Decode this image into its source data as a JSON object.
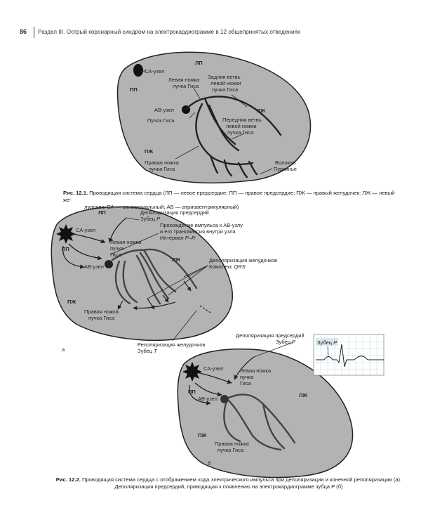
{
  "header": {
    "page_number": "86",
    "title": "Раздел III. Острый коронарный синдром на электрокардиограмме в 12 общепринятых отведениях"
  },
  "fig1": {
    "chambers": {
      "lp": "ЛП",
      "pp": "ПП",
      "lzh": "ЛЖ",
      "pzh": "ПЖ"
    },
    "sa_node": "СА-узел",
    "av_node": "АВ-узел",
    "his_bundle": "Пучок Гиса",
    "left_bundle": [
      "Левая ножка",
      "пучка Гиса"
    ],
    "posterior_branch": [
      "Задняя ветвь",
      "левой ножки",
      "пучка Гиса"
    ],
    "anterior_branch": [
      "Передняя ветвь",
      "левой ножки",
      "пучка Гиса"
    ],
    "right_bundle": [
      "Правая ножка",
      "пучка Гиса"
    ],
    "purkinje": [
      "Волокна",
      "Пуркинье"
    ],
    "caption_label": "Рис. 12.1.",
    "caption_text": "Проводящая система сердца (ЛП — левое предсердие; ПП — правое предсердие; ПЖ — правый желудочек; ЛЖ — левый же-",
    "caption_text2": "лудочек; СА — синоатриальный; АВ — атриовентрикулярный)"
  },
  "fig2a": {
    "chambers": {
      "lp": "ЛП",
      "pp": "ПП",
      "lzh": "ЛЖ",
      "pzh": "ПЖ"
    },
    "sa_node": "СА-узел",
    "av_node": "АВ-узел",
    "left_bundle": [
      "Левая ножка",
      "пучка",
      "Гиса"
    ],
    "right_bundle": [
      "Правая ножка",
      "пучка Гиса"
    ],
    "atrial_depol": [
      "Деполяризация предсердий",
      "Зубец"
    ],
    "wave_p": "P",
    "av_conduction": [
      "Прохождение импульса к АВ-узлу",
      "и его трансмиссия внутри узла",
      "Интервал"
    ],
    "interval_pr": "P–R",
    "vent_depol": [
      "Деполяризация желудочков",
      "Комплекс"
    ],
    "complex_qrs": "QRS",
    "repol": [
      "Реполяризация желудочков",
      "Зубец"
    ],
    "wave_t": "T",
    "panel_label": "а"
  },
  "fig2b": {
    "chambers": {
      "pp": "ПП",
      "lzh": "ЛЖ",
      "pzh": "ПЖ"
    },
    "sa_node": "СА-узел",
    "av_node": "АВ-узел",
    "left_bundle": [
      "Левая ножка",
      "пучка",
      "Гиса"
    ],
    "right_bundle": [
      "Правая ножка",
      "пучка Гиса"
    ],
    "atrial_depol": [
      "Деполяризация предсердий",
      "Зубец"
    ],
    "wave_p": "P",
    "ecg_label": "Зубец",
    "ecg_label_p": "P",
    "panel_label": "б"
  },
  "fig2_caption": {
    "label": "Рис. 12.2.",
    "line1": "Проводящая система сердца с отображением хода электрического импульса при деполяризации и конечной реполяризации (а).",
    "line2": "Деполяризация предсердий, приводящая к появлению на электрокардиограмме зубца P (б)"
  },
  "colors": {
    "heart_fill": "#b3b3b3",
    "outline": "#222222",
    "grid": "#bcd9e3",
    "ecg_box": "#d9e8ee"
  }
}
